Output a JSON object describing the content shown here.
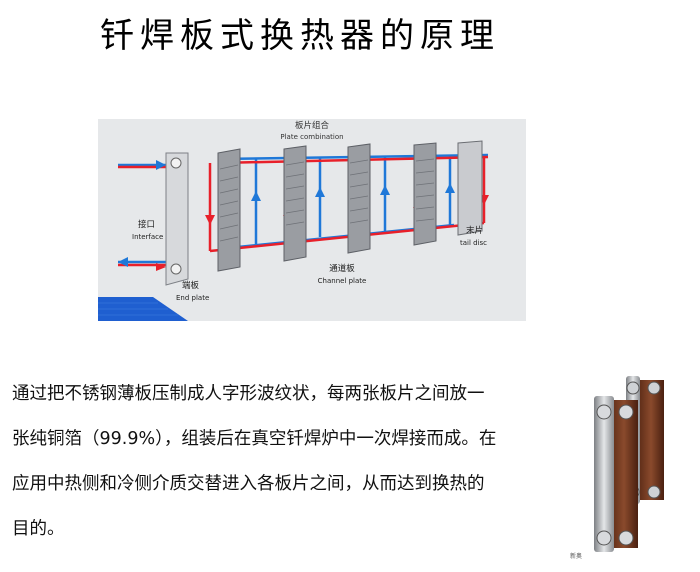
{
  "page": {
    "title": "钎焊板式换热器的原理"
  },
  "diagram": {
    "label_plate_combination_cn": "板片组合",
    "label_plate_combination_en": "Plate combination",
    "label_interface_cn": "接口",
    "label_interface_en": "Interface",
    "label_end_plate_cn": "端板",
    "label_end_plate_en": "End plate",
    "label_channel_plate_cn": "通道板",
    "label_channel_plate_en": "Channel plate",
    "label_tail_disc_cn": "末片",
    "label_tail_disc_en": "tail disc",
    "colors": {
      "hot": "#e8202a",
      "cold": "#1f78d8",
      "plate": "#8c8f94",
      "bg": "#e6e8ea"
    }
  },
  "text": {
    "line1": "通过把不锈钢薄板压制成人字形波纹状，每两张板片之间放一",
    "line2": "张纯铜箔（99.9%），组装后在真空钎焊炉中一次焊接而成。在",
    "line3": "应用中热侧和冷侧介质交替进入各板片之间，从而达到换热的",
    "line4": "目的。"
  },
  "photo": {
    "caption": "新奥"
  }
}
